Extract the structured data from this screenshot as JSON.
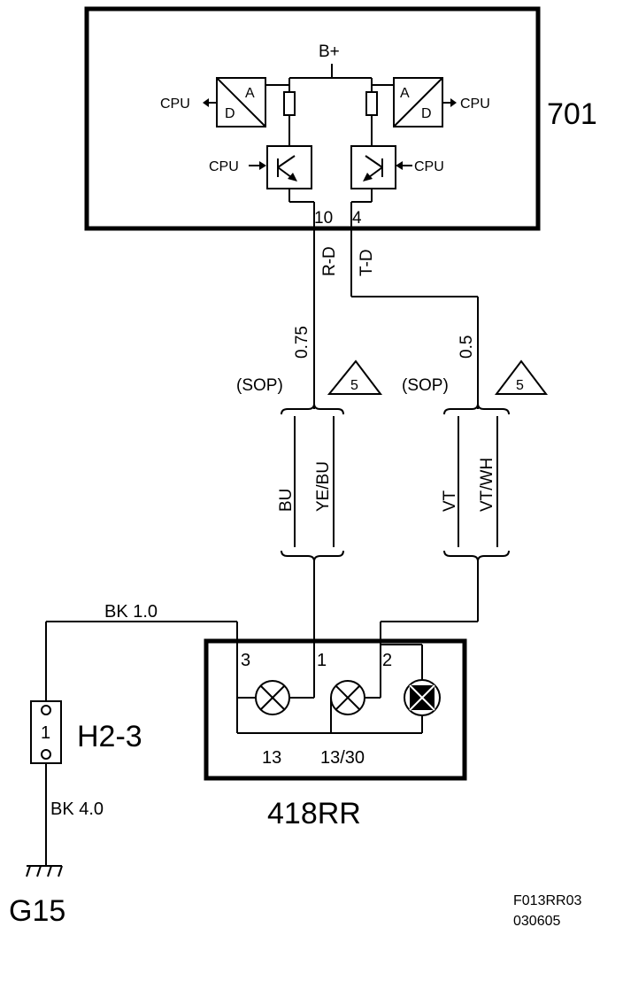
{
  "control_module": {
    "id": "701",
    "supply": "B+",
    "cpu_label": "CPU",
    "adc_letters": {
      "a": "A",
      "d": "D"
    },
    "pins": {
      "left": "10",
      "right": "4"
    }
  },
  "wires": {
    "left_signal": "R-D",
    "right_signal": "T-D",
    "left_size": "0.75",
    "right_size": "0.5",
    "ground_top": "BK  1.0",
    "ground_bottom": "BK  4.0"
  },
  "harness": {
    "left": {
      "tag": "(SOP)",
      "note": "5",
      "colors": [
        "BU",
        "YE/BU"
      ]
    },
    "right": {
      "tag": "(SOP)",
      "note": "5",
      "colors": [
        "VT",
        "VT/WH"
      ]
    }
  },
  "lamp_unit": {
    "id": "418RR",
    "pins": [
      "3",
      "1",
      "2"
    ],
    "terminals": [
      "13",
      "13/30"
    ]
  },
  "connector": {
    "id": "H2-3",
    "pin": "1"
  },
  "ground": {
    "id": "G15"
  },
  "reference": {
    "code": "F013RR03",
    "date": "030605"
  }
}
